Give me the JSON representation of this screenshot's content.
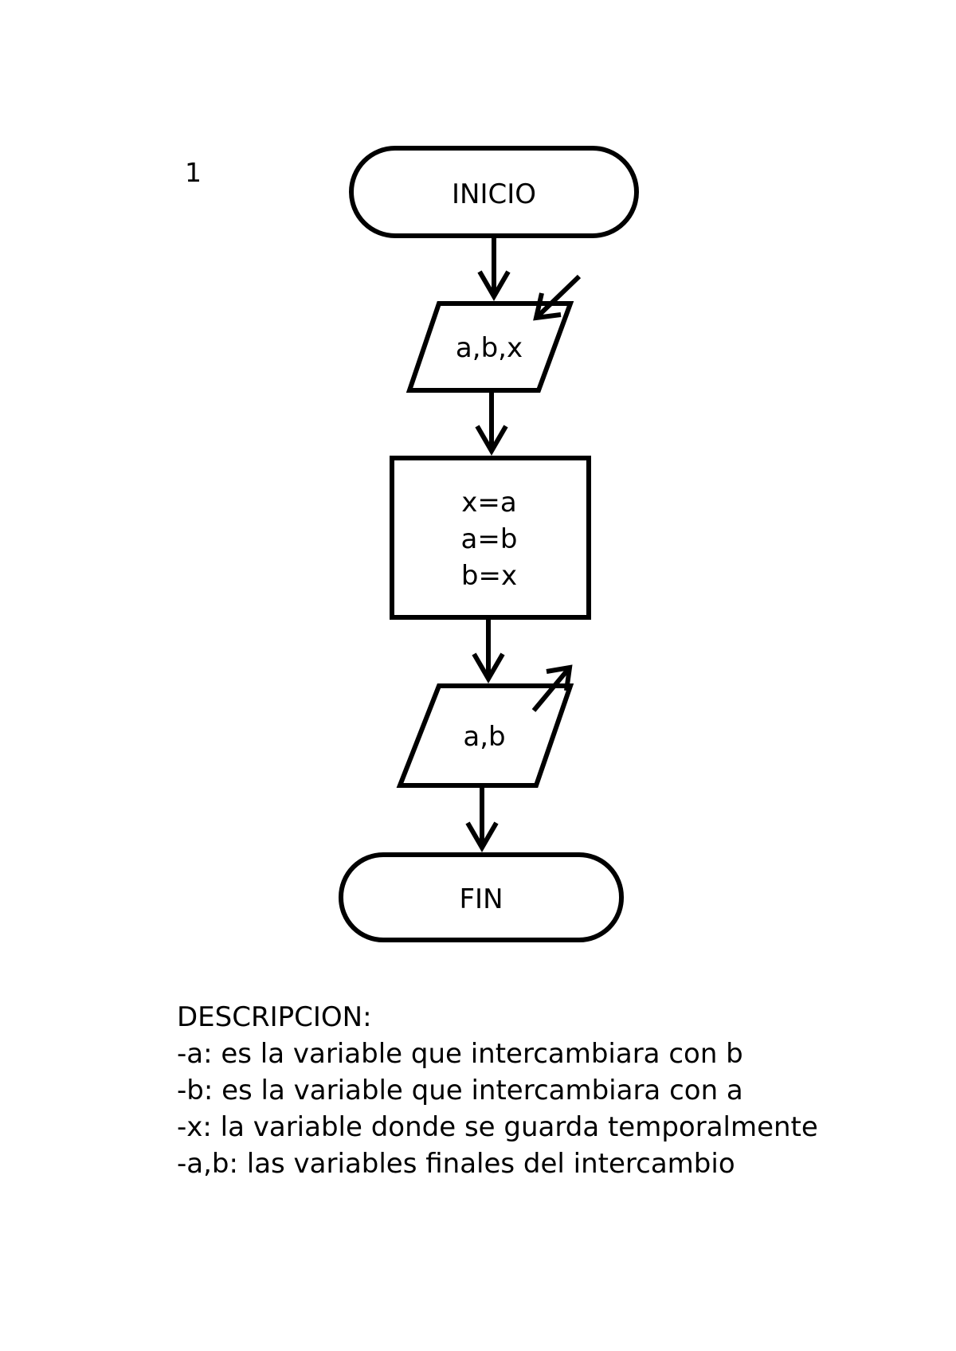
{
  "page_number": "1",
  "flowchart": {
    "start_label": "INICIO",
    "input_label": "a,b,x",
    "process_lines": [
      "x=a",
      "a=b",
      "b=x"
    ],
    "output_label": "a,b",
    "end_label": "FIN"
  },
  "description": {
    "heading": "DESCRIPCION:",
    "lines": [
      "-a: es la variable que intercambiara con b",
      "-b: es la variable que intercambiara con a",
      "-x: la variable donde se guarda temporalmente",
      "-a,b: las variables finales del intercambio"
    ]
  }
}
